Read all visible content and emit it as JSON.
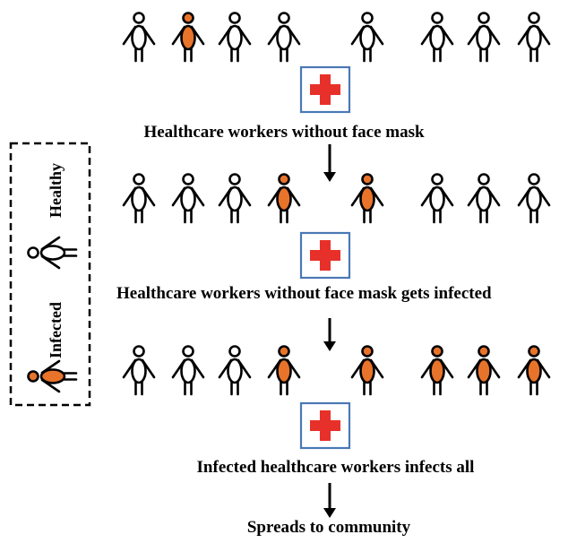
{
  "colors": {
    "healthy_fill": "#ffffff",
    "infected_fill": "#e8732a",
    "outline": "#000000",
    "clinic_border": "#4a78b5",
    "clinic_cross": "#e8302a"
  },
  "legend": {
    "healthy_label": "Healthy",
    "infected_label": "Infected"
  },
  "stages": [
    {
      "caption": "Healthcare workers without face mask",
      "figures": [
        "healthy",
        "infected",
        "healthy",
        "healthy",
        "healthy",
        "healthy",
        "healthy",
        "healthy"
      ]
    },
    {
      "caption": "Healthcare workers without face mask gets infected",
      "figures": [
        "healthy",
        "healthy",
        "healthy",
        "infected",
        "infected",
        "healthy",
        "healthy",
        "healthy"
      ]
    },
    {
      "caption": "Infected healthcare workers infects all",
      "figures": [
        "healthy",
        "healthy",
        "healthy",
        "infected",
        "infected",
        "infected",
        "infected",
        "infected"
      ]
    }
  ],
  "final_caption": "Spreads to community",
  "icons": {
    "clinic": "medical-cross-icon",
    "arrow": "arrow-down-icon",
    "person": "person-icon"
  }
}
